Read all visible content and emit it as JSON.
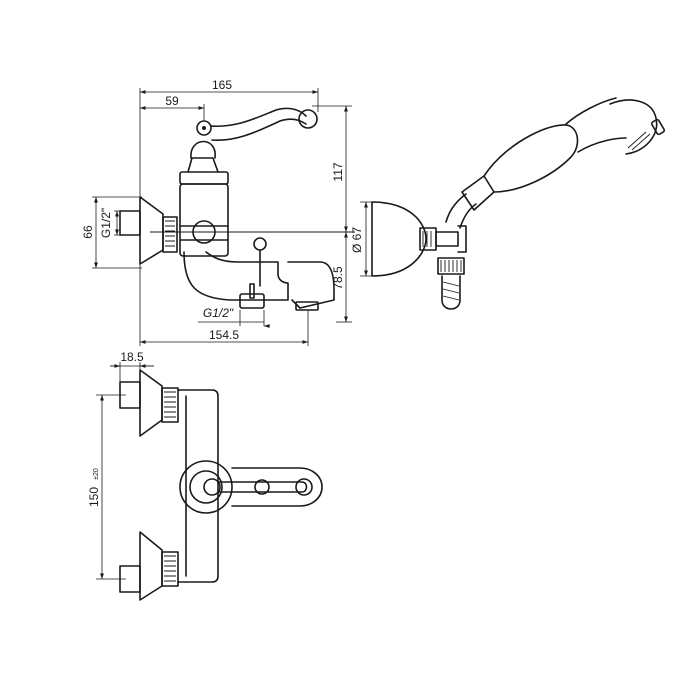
{
  "dimensions": {
    "overall_width": "165",
    "handle_offset": "59",
    "height_upper": "117",
    "inlet_height": "66",
    "inlet_thread_side": "G1/2\"",
    "spout_height": "78.5",
    "spout_thread": "G1/2\"",
    "spout_length": "154.5",
    "holder_diameter": "Ø 67",
    "eccentric_depth": "18.5",
    "center_distance": "150",
    "center_tolerance": "±20"
  },
  "colors": {
    "line": "#1a1a1a",
    "background": "#ffffff"
  }
}
